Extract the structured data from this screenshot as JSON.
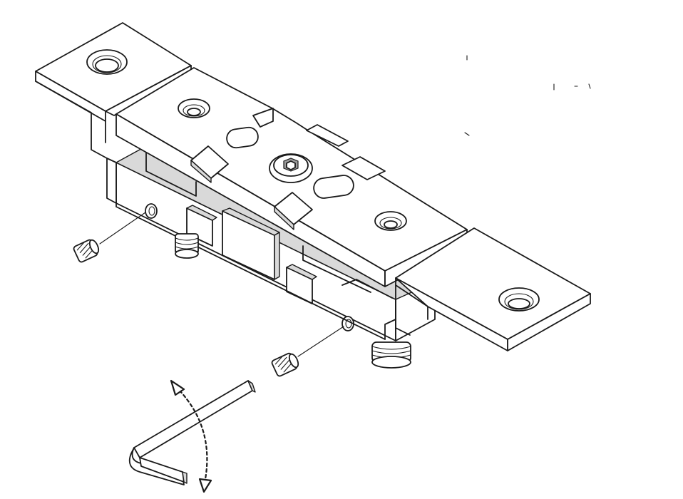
{
  "figure": {
    "accent_color": "#1a1a1a",
    "background_color": "#ffffff",
    "parts": [
      "mounting-bracket-left",
      "mounting-bracket-right",
      "top-clamp-plate",
      "socket-head-cap-screw",
      "lower-housing",
      "set-screw-left",
      "set-screw-right",
      "threaded-stud-left",
      "threaded-stud-right",
      "hex-key",
      "rotation-arrow"
    ]
  }
}
